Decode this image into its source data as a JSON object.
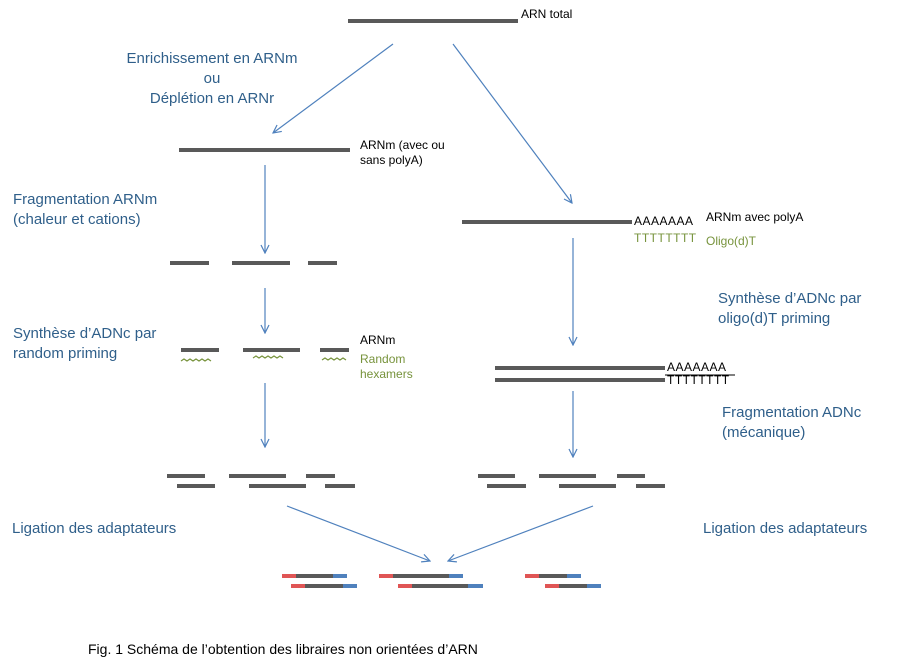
{
  "diagram": {
    "top": {
      "label": "ARN total"
    },
    "left_branch": {
      "step1": [
        "Enrichissement en ARNm",
        "ou",
        "Déplétion  en ARNr"
      ],
      "product1": [
        "ARNm (avec ou",
        "sans polyA)"
      ],
      "step2": [
        "Fragmentation  ARNm",
        "(chaleur et cations)"
      ],
      "step3": [
        "Synthèse d’ADNc par",
        "random priming"
      ],
      "product3": {
        "arnm": "ARNm",
        "primers": [
          "Random",
          "hexamers"
        ]
      },
      "step4": "Ligation des adaptateurs"
    },
    "right_branch": {
      "product1": {
        "label": "ARNm avec  polyA",
        "polyA": "AAAAAAA",
        "oligo": "TTTTTTTT",
        "oligo_label": "Oligo(d)T"
      },
      "step2": [
        "Synthèse  d’ADNc par",
        "oligo(d)T priming"
      ],
      "product2": {
        "polyA": "AAAAAAA",
        "polyT": "TTTTTTTT"
      },
      "step3": [
        "Fragmentation  ADNc",
        "(mécanique)"
      ],
      "step4": "Ligation des adaptateurs"
    },
    "caption": "Fig. 1 Schéma de l’obtention des libraires non orientées d’ARN",
    "colors": {
      "strand": "#595959",
      "arrow": "#4f81bd",
      "text": "#2f5f8a",
      "primer": "#77933c",
      "adapter_red": "#e05555",
      "adapter_blue": "#4f81bd"
    }
  }
}
